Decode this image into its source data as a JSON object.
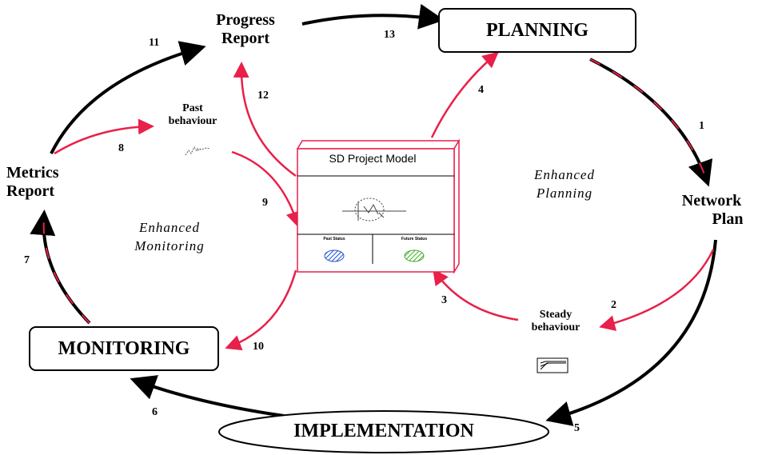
{
  "nodes": {
    "planning": "PLANNING",
    "network_plan": [
      "Network",
      "Plan"
    ],
    "implementation": "IMPLEMENTATION",
    "monitoring": "MONITORING",
    "metrics_report": [
      "Metrics",
      "Report"
    ],
    "progress_report": [
      "Progress",
      "Report"
    ],
    "past_behaviour": [
      "Past",
      "behaviour"
    ],
    "steady_behaviour": [
      "Steady",
      "behaviour"
    ]
  },
  "center": {
    "title": "SD Project Model",
    "left_sub": "Past Status",
    "right_sub": "Future Status"
  },
  "regions": {
    "enhanced_planning": [
      "Enhanced",
      "Planning"
    ],
    "enhanced_monitoring": [
      "Enhanced",
      "Monitoring"
    ]
  },
  "arrows": [
    "1",
    "2",
    "3",
    "4",
    "5",
    "6",
    "7",
    "8",
    "9",
    "10",
    "11",
    "12",
    "13"
  ],
  "colors": {
    "flow_main": "#000000",
    "flow_model": "#e8204a",
    "hatch_blue": "#1f4fd6",
    "hatch_green": "#3fae2a"
  }
}
